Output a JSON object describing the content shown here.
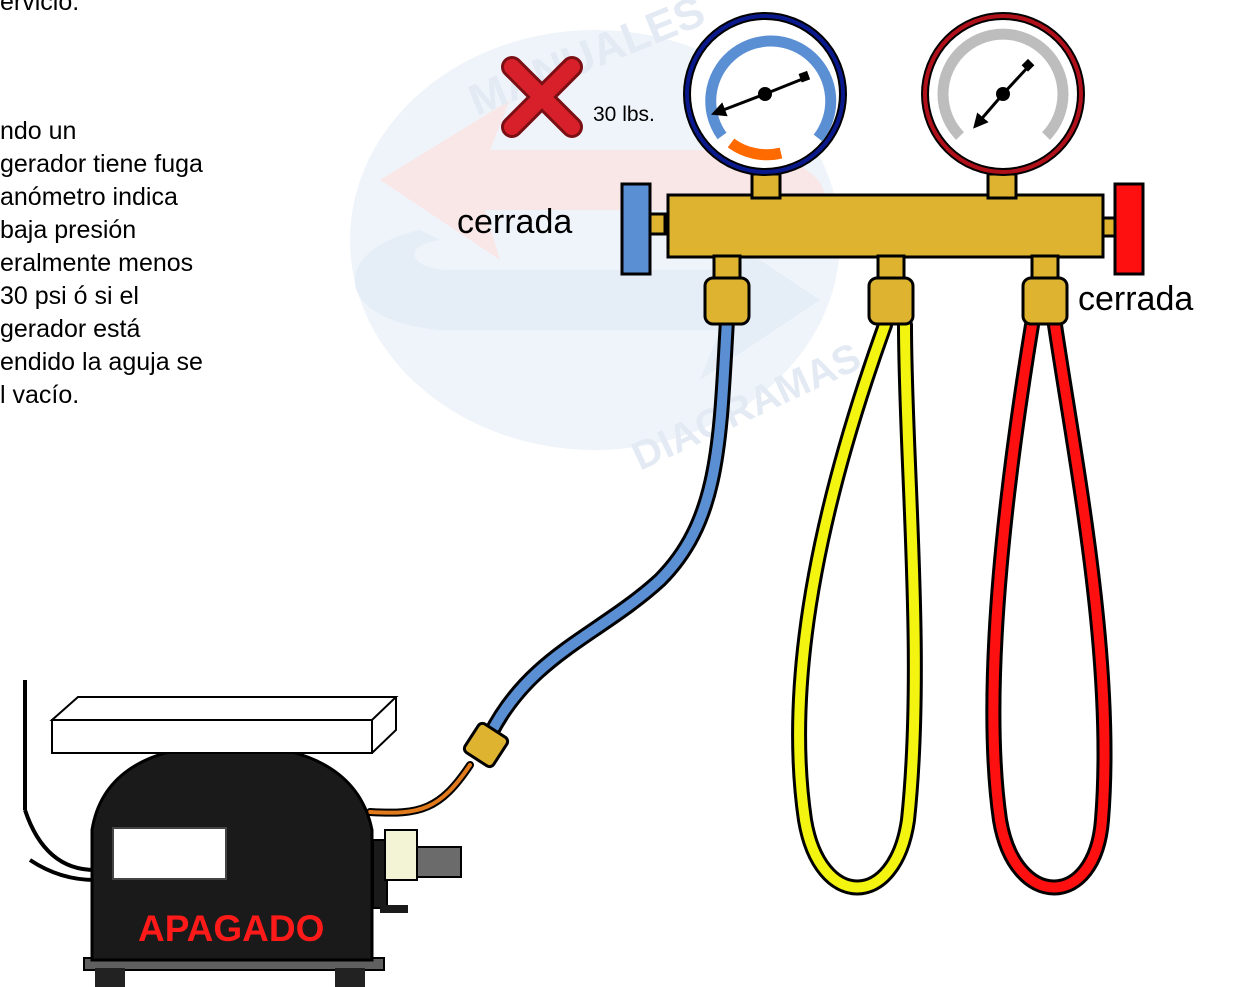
{
  "top_text": "ervicio.",
  "paragraph_lines": [
    "ndo un",
    "gerador tiene fuga",
    "anómetro indica",
    " baja presión",
    "eralmente menos",
    "30 psi ó si el",
    "gerador está",
    "endido la aguja se",
    "l vacío."
  ],
  "valves": {
    "left_label": "cerrada",
    "right_label": "cerrada"
  },
  "gauge_low": {
    "reading_label": "30 lbs.",
    "status": "incorrect"
  },
  "compressor": {
    "status_label": "APAGADO"
  },
  "watermark": {
    "top_text": "MANUALES",
    "side_text": "DIAGRAMAS"
  },
  "colors": {
    "low_side": "#5b8fd4",
    "high_side": "#ff1010",
    "service": "#f4f411",
    "brass": "#ddb32f",
    "gauge_low_ring": "#0a1a8c",
    "gauge_high_ring": "#b0101a",
    "status_text": "#ff1a1a",
    "x_mark": "#d8202a"
  },
  "icons": [
    "x-mark-icon",
    "pressure-gauge-icon",
    "compressor-icon",
    "valve-knob-icon"
  ]
}
